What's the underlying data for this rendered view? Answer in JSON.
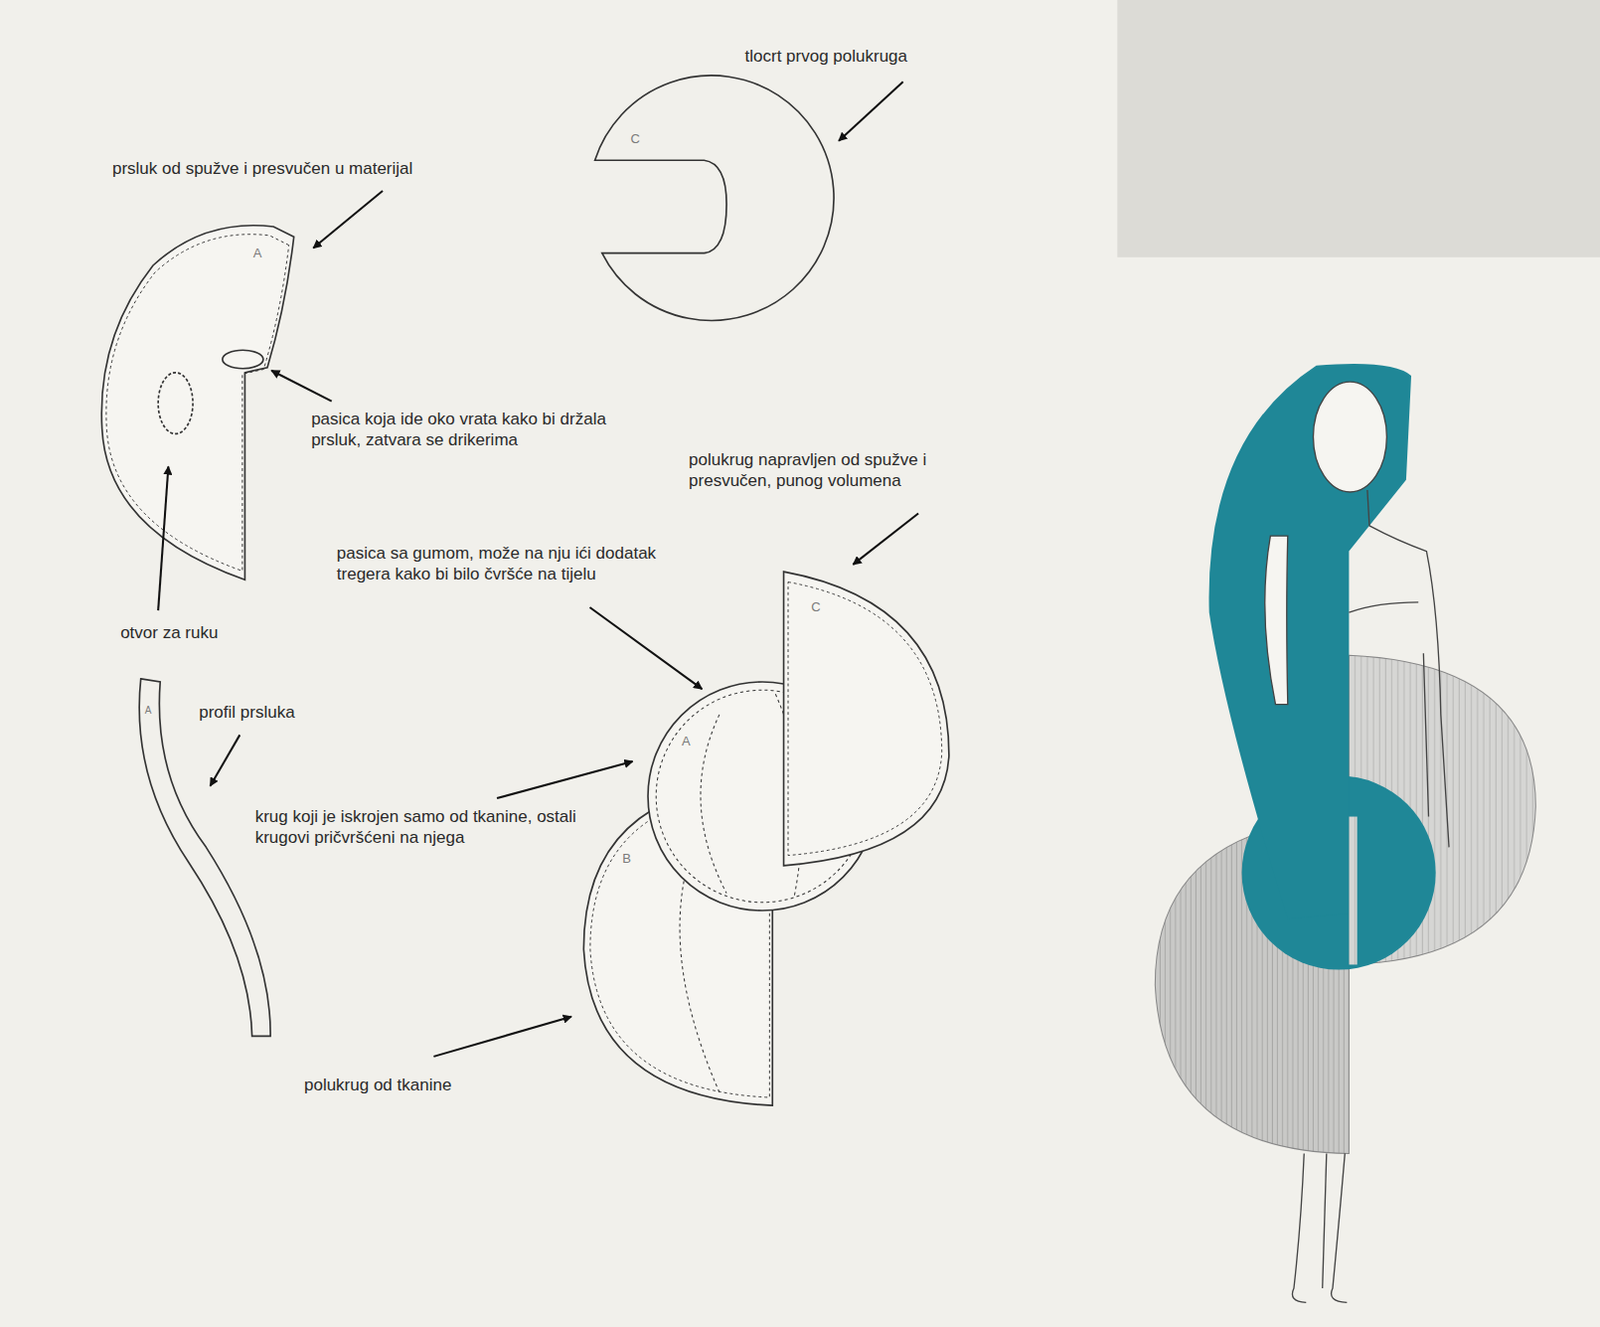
{
  "diagram": {
    "labels": [
      "tlocrt prvog polukruga",
      "C",
      "prsluk od spužve i presvučen u materijal",
      "A",
      "pasica koja ide oko vrata kako bi držala prsluk, zatvara se drikerima",
      "polukrug napravljen od spužve i presvučen, punog volumena",
      "pasica sa gumom, može na nju ići dodatak tregera kako bi bilo čvršće na tijelu",
      "otvor za ruku",
      "profil prsluka",
      "A",
      "C",
      "A",
      "krug koji je iskrojen samo od tkanine, ostali krugovi pričvršćeni na njega",
      "B",
      "polukrug od tkanine"
    ]
  }
}
